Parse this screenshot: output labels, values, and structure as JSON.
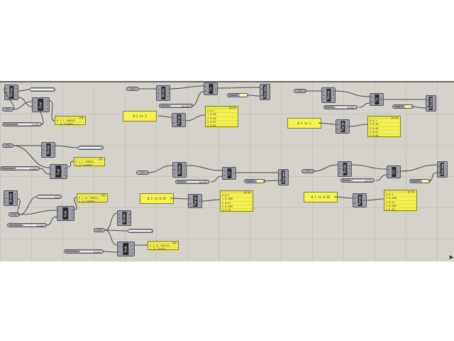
{
  "canvas": {
    "background": "#d4d2ca",
    "wire_color": "#4a4a4a",
    "panel_color": "#f3f052"
  },
  "labels": {
    "divide": "Divide",
    "evaluate": "Eval",
    "circle": "Cir",
    "preview": "Preview",
    "range": "Range",
    "crv": "Crv",
    "parameter": "Parameter",
    "radius": "Radius",
    "swatch": "Swatch"
  },
  "groups": [
    {
      "param_value": "0.000",
      "slider_value": "",
      "panel_header": "{0}",
      "panel_rows": [
        "0 {-1.768634, ...",
        "1 {1.470882, ..."
      ]
    },
    {
      "param_value": "0.000",
      "slider_value": "",
      "panel_header": "{0}",
      "panel_rows": [
        "0 {-1.768634, ...",
        "1 {1.470882, ..."
      ]
    },
    {
      "param_value": "0.000",
      "slider_value": "0.0",
      "panel_header": "{0}",
      "panel_rows": [
        "0 {-14.709631, ...",
        "1 {4.360865, ..."
      ]
    },
    {
      "param_value": "0.000",
      "slider_value": "",
      "panel_header": "{0}",
      "panel_rows": [
        "0 {-14.709744, ...",
        "1 {4.189331, ..."
      ]
    }
  ],
  "circle_groups": [
    {
      "radius_value": "10.000",
      "range_text": "0.1 to 2",
      "panel_header": "{0;0}",
      "panel_rows": [
        "0 0.1",
        "1 0.28",
        "2 0.46",
        "3 0.67",
        "4 0.84"
      ]
    },
    {
      "radius_value": "6.667",
      "range_text": "0.1 to 2",
      "panel_header": "{0;0}",
      "panel_rows": [
        "0 0.1",
        "1 0.28",
        "2 0.46",
        "3 0.67",
        "4 0.84"
      ]
    },
    {
      "radius_value": "8.000",
      "range_text": "0.1 to 0.65",
      "panel_header": "{0;0}",
      "panel_rows": [
        "0 0.1",
        "1 0.188",
        "2 0.21",
        "3 0.269",
        "4 0.32"
      ]
    },
    {
      "radius_value": "4.378",
      "range_text": "0.1 to 0.65",
      "panel_header": "{0;0}",
      "panel_rows": [
        "0 0.1",
        "1 0.188",
        "2 0.21",
        "3 0.269",
        "4 0.32"
      ]
    }
  ]
}
